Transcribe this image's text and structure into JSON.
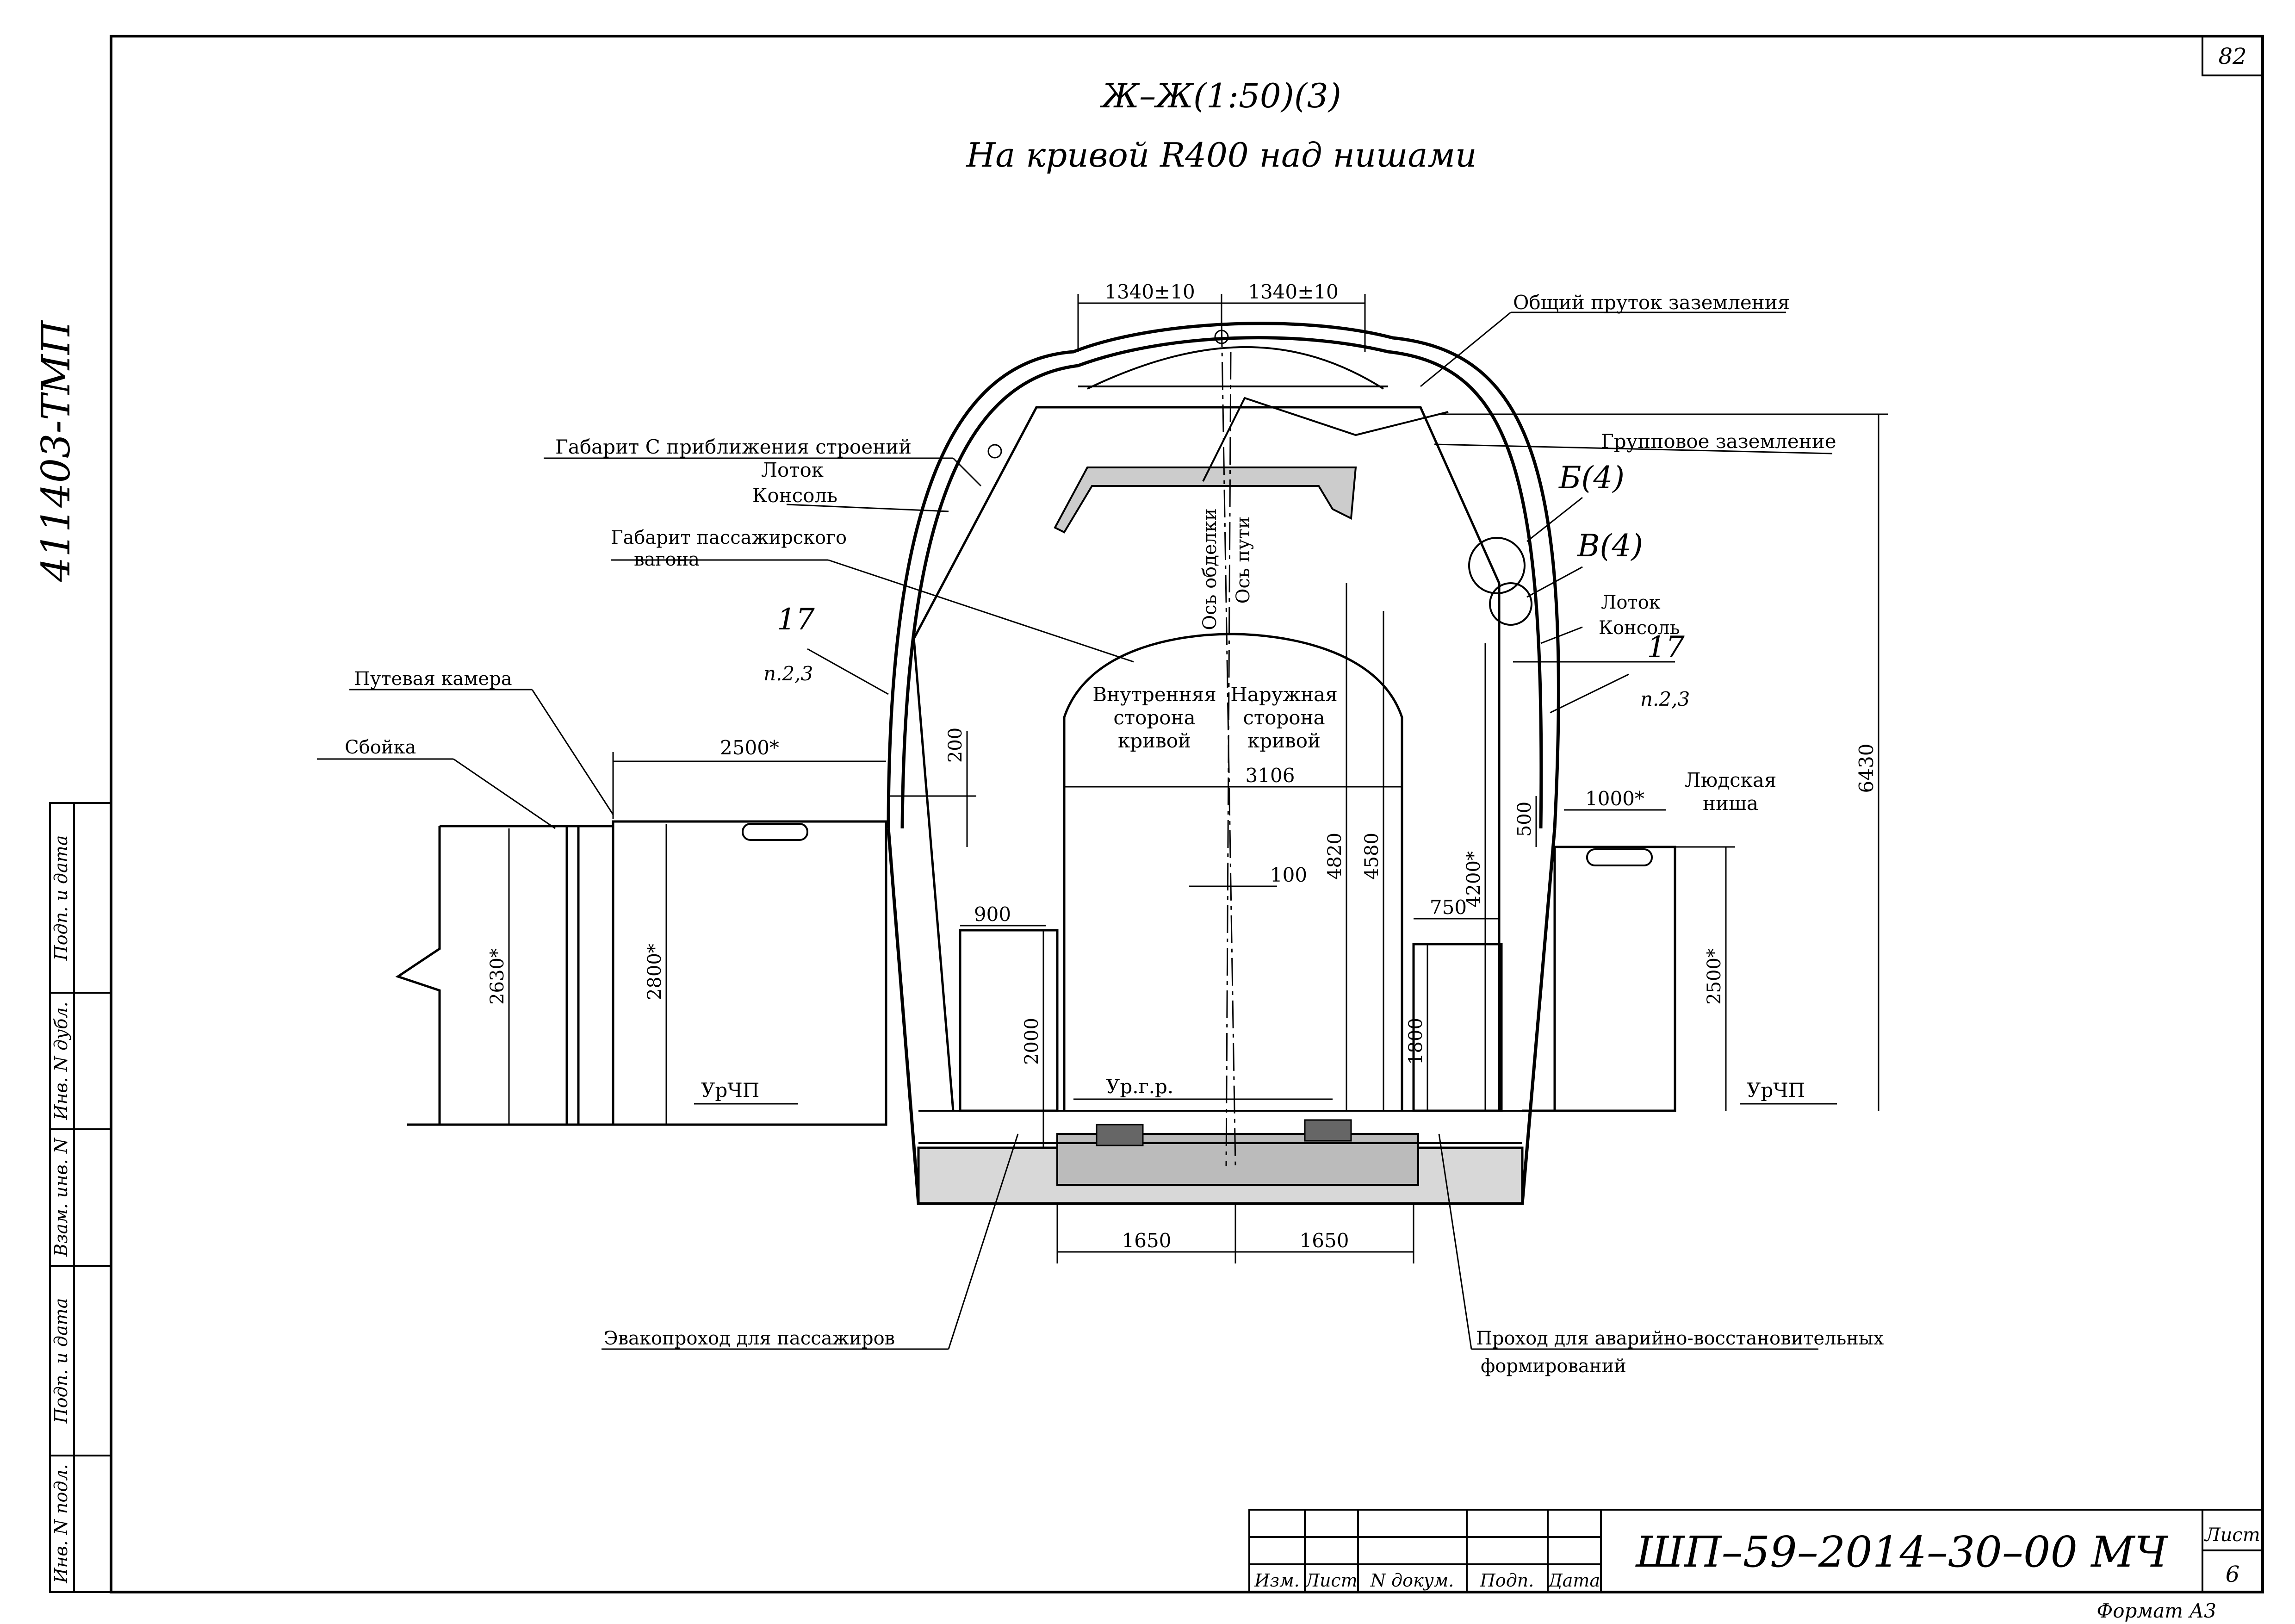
{
  "sheet_number_corner": "82",
  "side_code": "411403-ТМП",
  "title": "Ж–Ж(1:50)(3)",
  "subtitle": "На кривой R400 над нишами",
  "labels": {
    "common_ground_rod": "Общий пруток заземления",
    "group_grounding": "Групповое заземление",
    "clearance_c": "Габарит С приближения строений",
    "tray_left": "Лоток",
    "console_left": "Консоль",
    "car_clearance_1": "Габарит пассажирского",
    "car_clearance_2": "вагона",
    "track_chamber": "Путевая камера",
    "crosscut": "Сбойка",
    "lining_axis": "Ось обделки",
    "track_axis": "Ось пути",
    "inner_side_1": "Внутренняя",
    "inner_side_2": "сторона",
    "inner_side_3": "кривой",
    "outer_side_1": "Наружная",
    "outer_side_2": "сторона",
    "outer_side_3": "кривой",
    "tray_right": "Лоток",
    "console_right": "Консоль",
    "people_niche_1": "Людская",
    "people_niche_2": "ниша",
    "ref_b": "Б(4)",
    "ref_v": "В(4)",
    "ref_17_left": "17",
    "ref_p23_left": "п.2,3",
    "ref_17_right": "17",
    "ref_p23_right": "п.2,3",
    "urchp_left": "УрЧП",
    "urchp_right": "УрЧП",
    "urgr": "Ур.г.р.",
    "evac_passage": "Эвакопроход для пассажиров",
    "emergency_passage_1": "Проход для аварийно-восстановительных",
    "emergency_passage_2": "формирований"
  },
  "dimensions": {
    "d_1340_left": "1340±10",
    "d_1340_right": "1340±10",
    "d_2500_chamber": "2500*",
    "d_200": "200",
    "d_3106": "3106",
    "d_100": "100",
    "d_4820": "4820",
    "d_4580": "4580",
    "d_4200": "4200*",
    "d_500": "500",
    "d_1000": "1000*",
    "d_6430": "6430",
    "d_900": "900",
    "d_750": "750",
    "d_2630": "2630*",
    "d_2800": "2800*",
    "d_2000": "2000",
    "d_1800": "1800",
    "d_2500_niche": "2500*",
    "d_1650_left": "1650",
    "d_1650_right": "1650"
  },
  "side_stamp": {
    "f1": "Подп. и дата",
    "f2": "Инв. N дубл.",
    "f3": "Взам. инв. N",
    "f4": "Подп. и дата",
    "f5": "Инв. N подл."
  },
  "title_block": {
    "col_izm": "Изм.",
    "col_list": "Лист",
    "col_ndok": "N докум.",
    "col_podp": "Подп.",
    "col_data": "Дата",
    "doc_code": "ШП–59–2014–30–00 МЧ",
    "sheet_label": "Лист",
    "sheet_value": "6"
  },
  "format": "Формат А3"
}
